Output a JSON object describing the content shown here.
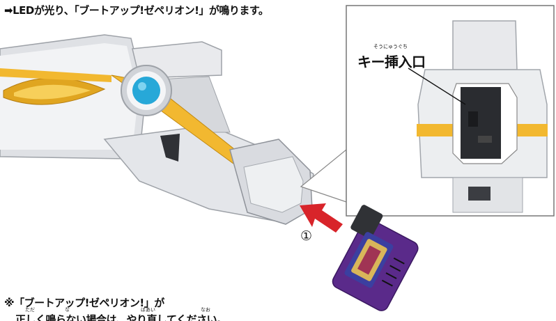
{
  "header": {
    "text": "➡LEDが光り、「ブートアップ!ゼペリオン!」が鳴ります。"
  },
  "callout": {
    "title": "キー挿入口",
    "ruby": "そうにゅうぐち"
  },
  "step": {
    "number": "①"
  },
  "note": {
    "line1": "※「ブートアップ!ゼペリオン!」が",
    "line2": "正しく鳴らない場合は、やり直してください。",
    "ruby_tadashi": "ただ",
    "ruby_na": "な",
    "ruby_baai": "ばあい",
    "ruby_nao": "なお"
  },
  "colors": {
    "device_body": "#e8e8ea",
    "device_shadow": "#b9bcc2",
    "gold_accent": "#f2b830",
    "lens_blue": "#27a8d8",
    "arrow_red": "#d8242a",
    "key_purple": "#5a2a8a"
  }
}
